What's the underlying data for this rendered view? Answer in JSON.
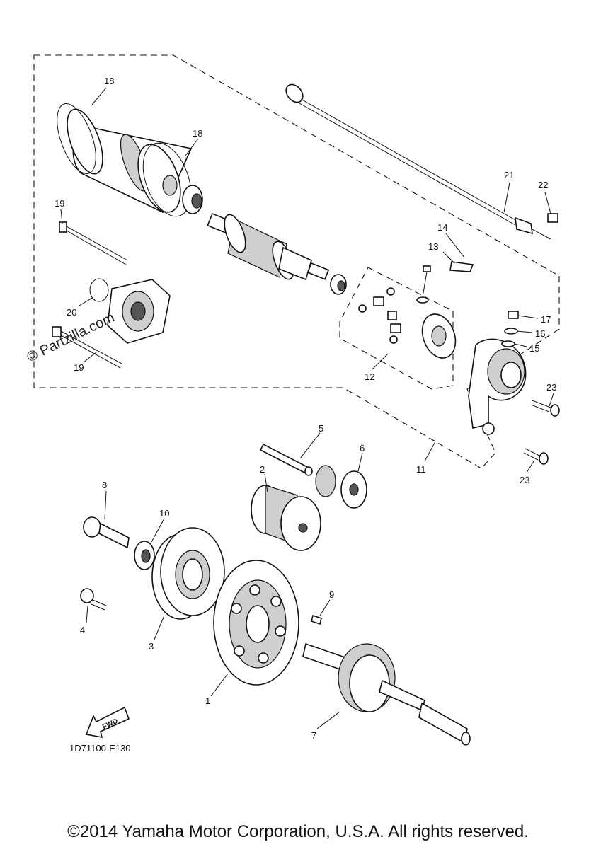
{
  "callouts": [
    "1",
    "2",
    "3",
    "4",
    "5",
    "6",
    "7",
    "8",
    "9",
    "10",
    "11",
    "12",
    "13",
    "14",
    "15",
    "16",
    "17",
    "18",
    "18",
    "19",
    "19",
    "20",
    "21",
    "22",
    "23",
    "23"
  ],
  "diagram_code": "1D71100-E130",
  "fwd_label": "FWD",
  "watermark": "© Partzilla.com",
  "copyright": "©2014 Yamaha Motor Corporation, U.S.A. All rights reserved."
}
